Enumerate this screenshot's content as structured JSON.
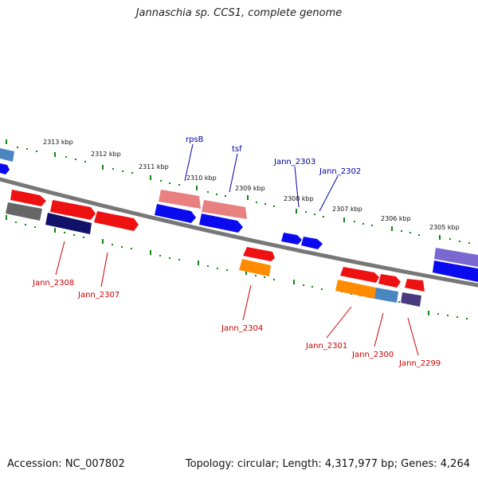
{
  "title": "Jannaschia sp. CCS1, complete genome",
  "footer": {
    "accession": "Accession: NC_007802",
    "summary": "Topology: circular; Length: 4,317,977 bp; Genes: 4,264"
  },
  "kbp_labels": [
    "2313 kbp",
    "2312 kbp",
    "2311 kbp",
    "2310 kbp",
    "2309 kbp",
    "2308 kbp",
    "2307 kbp",
    "2306 kbp",
    "2305 kbp"
  ],
  "gene_labels_top": [
    "rpsB",
    "tsf",
    "Jann_2303",
    "Jann_2302"
  ],
  "gene_labels_bottom": [
    "Jann_2308",
    "Jann_2307",
    "Jann_2304",
    "Jann_2301",
    "Jann_2300",
    "Jann_2299"
  ],
  "colors": {
    "red": "#ee1111",
    "pink": "#e88080",
    "blue": "#0a0aee",
    "navy": "#11116a",
    "gray": "#666666",
    "orange": "#ff8c00",
    "steelblue": "#4a86c0",
    "slate": "#4a3a80",
    "purple": "#7a68d0",
    "tick_green": "#118811",
    "backbone": "#777777"
  }
}
